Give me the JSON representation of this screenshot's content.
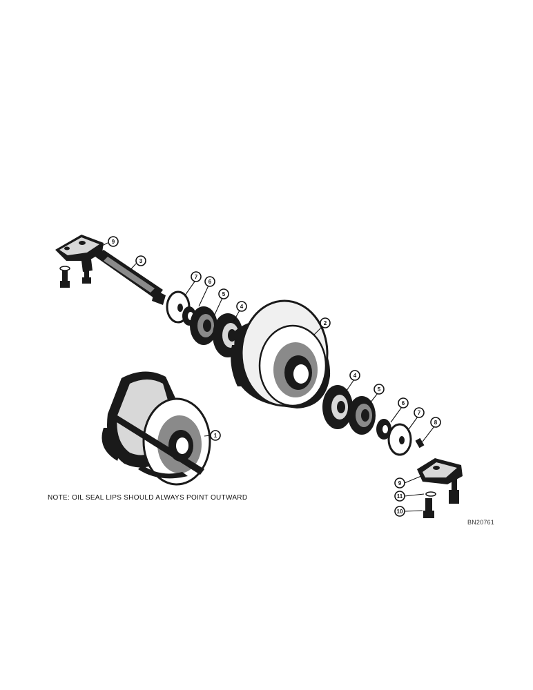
{
  "note": "NOTE: OIL SEAL LIPS SHOULD ALWAYS POINT OUTWARD",
  "drawing_number": "BN20761",
  "callouts": {
    "c1": "1",
    "c2": "2",
    "c3": "3",
    "c4a": "4",
    "c4b": "4",
    "c5a": "5",
    "c5b": "5",
    "c6a": "6",
    "c6b": "6",
    "c7a": "7",
    "c7b": "7",
    "c8": "8",
    "c9a": "9",
    "c9b": "9",
    "c10": "10",
    "c11": "11"
  }
}
